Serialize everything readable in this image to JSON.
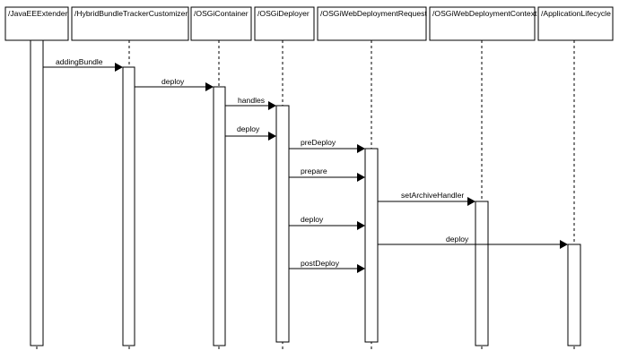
{
  "lifelines": [
    {
      "id": "ee",
      "label": "/JavaEEExtender"
    },
    {
      "id": "hb",
      "label": "/HybridBundleTrackerCustomizer"
    },
    {
      "id": "oc",
      "label": "/OSGiContainer"
    },
    {
      "id": "od",
      "label": "/OSGiDeployer"
    },
    {
      "id": "wr",
      "label": "/OSGiWebDeploymentRequest"
    },
    {
      "id": "wc",
      "label": "/OSGiWebDeploymentContext"
    },
    {
      "id": "al",
      "label": "/ApplicationLifecycle"
    }
  ],
  "messages": [
    {
      "from": "ee",
      "to": "hb",
      "label": "addingBundle"
    },
    {
      "from": "hb",
      "to": "oc",
      "label": "deploy"
    },
    {
      "from": "oc",
      "to": "od",
      "label": "handles"
    },
    {
      "from": "oc",
      "to": "od",
      "label": "deploy"
    },
    {
      "from": "od",
      "to": "wr",
      "label": "preDeploy"
    },
    {
      "from": "od",
      "to": "wr",
      "label": "prepare"
    },
    {
      "from": "wr",
      "to": "wc",
      "label": "setArchiveHandler"
    },
    {
      "from": "od",
      "to": "wr",
      "label": "deploy"
    },
    {
      "from": "wr",
      "to": "al",
      "label": "deploy"
    },
    {
      "from": "od",
      "to": "wr",
      "label": "postDeploy"
    }
  ]
}
